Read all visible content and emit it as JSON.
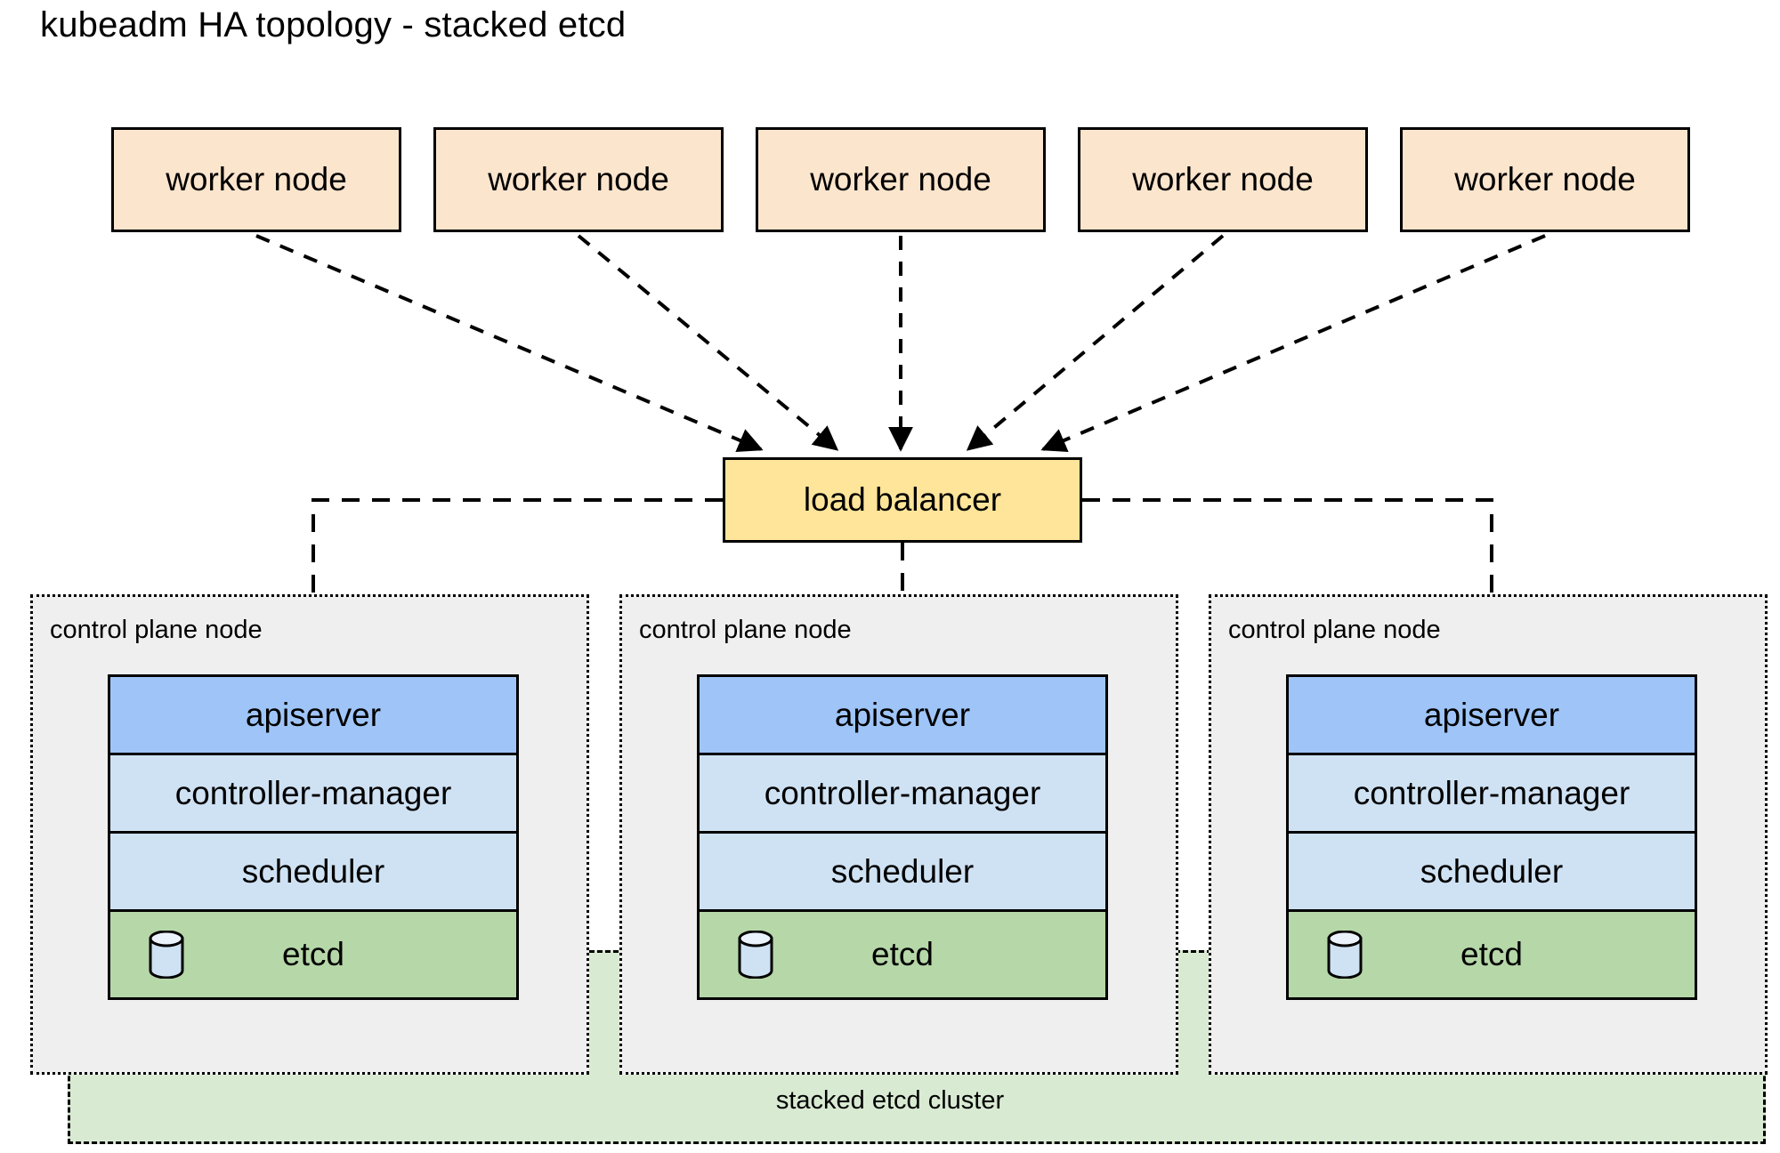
{
  "title": "kubeadm HA topology - stacked etcd",
  "workers": {
    "label": "worker node",
    "nodes": [
      {
        "label": "worker node"
      },
      {
        "label": "worker node"
      },
      {
        "label": "worker node"
      },
      {
        "label": "worker node"
      },
      {
        "label": "worker node"
      }
    ]
  },
  "load_balancer": {
    "label": "load balancer"
  },
  "etcd_cluster": {
    "label": "stacked etcd cluster"
  },
  "control_planes": [
    {
      "label": "control plane node",
      "components": [
        {
          "name": "apiserver",
          "label": "apiserver"
        },
        {
          "name": "controller-manager",
          "label": "controller-manager"
        },
        {
          "name": "scheduler",
          "label": "scheduler"
        },
        {
          "name": "etcd",
          "label": "etcd",
          "icon": "database-cylinder-icon"
        }
      ]
    },
    {
      "label": "control plane node",
      "components": [
        {
          "name": "apiserver",
          "label": "apiserver"
        },
        {
          "name": "controller-manager",
          "label": "controller-manager"
        },
        {
          "name": "scheduler",
          "label": "scheduler"
        },
        {
          "name": "etcd",
          "label": "etcd",
          "icon": "database-cylinder-icon"
        }
      ]
    },
    {
      "label": "control plane node",
      "components": [
        {
          "name": "apiserver",
          "label": "apiserver"
        },
        {
          "name": "controller-manager",
          "label": "controller-manager"
        },
        {
          "name": "scheduler",
          "label": "scheduler"
        },
        {
          "name": "etcd",
          "label": "etcd",
          "icon": "database-cylinder-icon"
        }
      ]
    }
  ],
  "colors": {
    "worker_fill": "#fce5cd",
    "load_balancer_fill": "#ffe599",
    "apiserver_fill": "#9fc5f8",
    "controller_fill": "#cfe2f3",
    "scheduler_fill": "#cfe2f3",
    "etcd_fill": "#b6d7a8",
    "etcd_cluster_fill": "#d9ead3",
    "control_plane_fill": "#efefef",
    "stroke": "#000000",
    "db_icon_fill": "#cfe2f3"
  }
}
